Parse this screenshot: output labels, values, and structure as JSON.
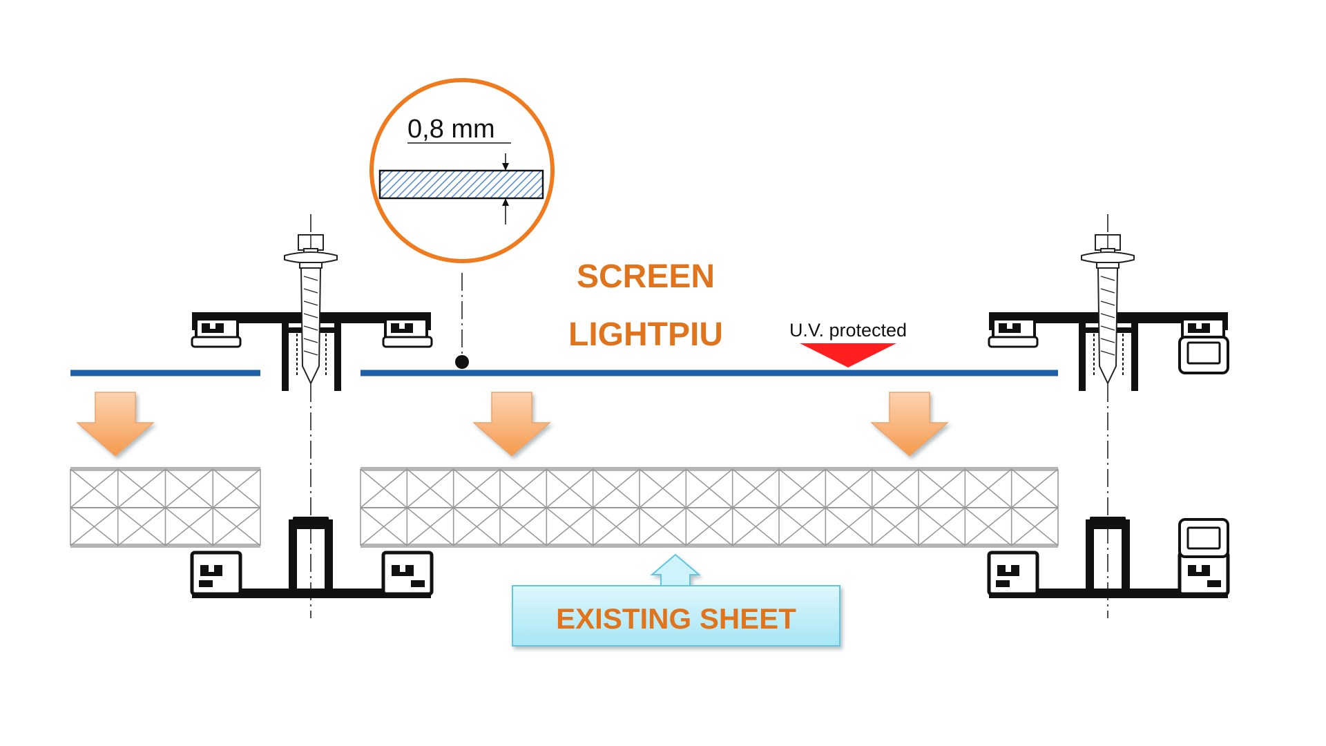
{
  "labels": {
    "dimension": "0,8 mm",
    "screen_line1": "SCREEN",
    "screen_line2": "LIGHTPIU",
    "uv": "U.V. protected",
    "existing_sheet": "EXISTING SHEET"
  },
  "colors": {
    "accent_orange": "#E0741C",
    "film_blue": "#1F5FA6",
    "uv_red": "#FF1F1F",
    "arrow_orange": "#F6A25C",
    "callout_cyan": "#B6ECF7",
    "profile_black": "#111111",
    "sheet_grey": "#B5B5B5",
    "hatch_blue": "#4F86D6"
  },
  "icons": {
    "screw": "screw-icon",
    "down_arrow": "down-arrow-icon",
    "up_arrow": "up-arrow-icon",
    "uv_marker": "uv-triangle-icon"
  }
}
